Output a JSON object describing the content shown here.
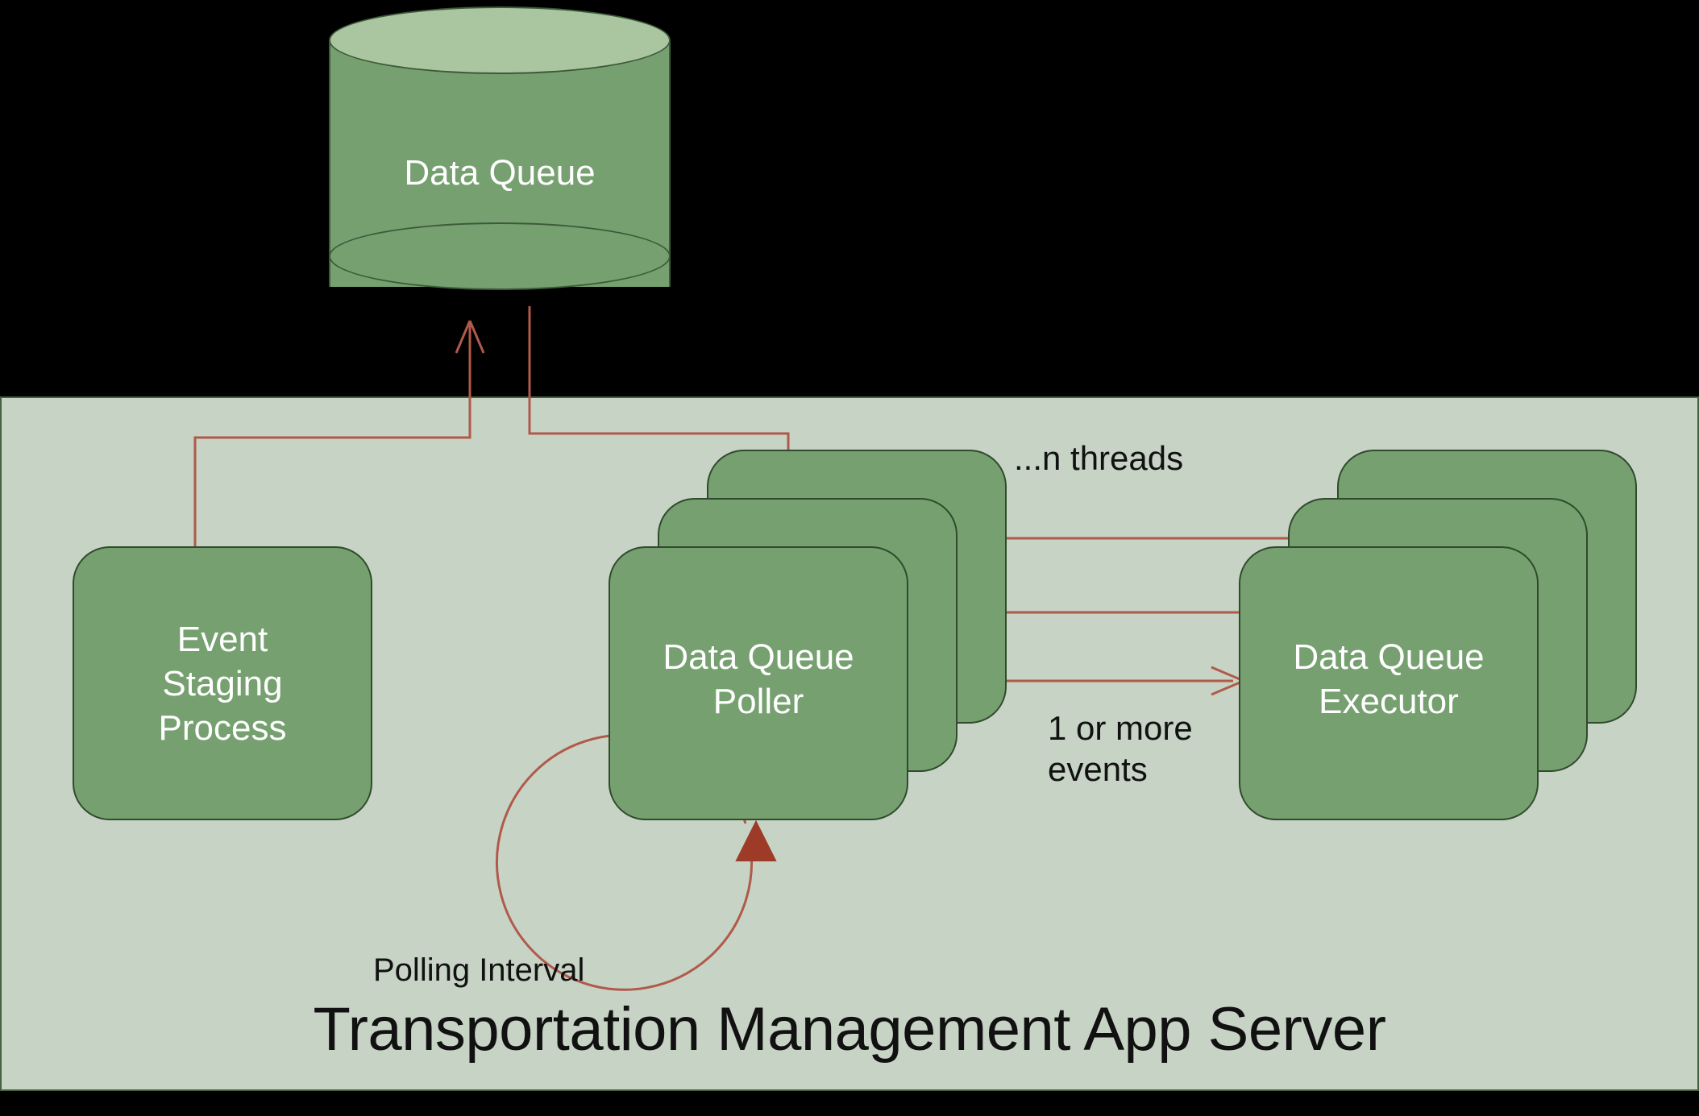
{
  "diagram": {
    "title": "Transportation Management App Server",
    "datastore": {
      "label": "Data Queue",
      "shape": "cylinder"
    },
    "nodes": [
      {
        "id": "event-staging-process",
        "label": "Event\nStaging\nProcess",
        "shape": "rounded-rect",
        "stacked": false
      },
      {
        "id": "data-queue-poller",
        "label": "Data Queue\nPoller",
        "shape": "rounded-rect-stack",
        "stacked": true,
        "stack_count": 3
      },
      {
        "id": "data-queue-executor",
        "label": "Data Queue\nExecutor",
        "shape": "rounded-rect-stack",
        "stacked": true,
        "stack_count": 3
      }
    ],
    "annotations": {
      "threads": "...n threads",
      "events": "1 or more\nevents",
      "polling_interval": "Polling Interval"
    },
    "colors": {
      "panel_background": "#c7d3c5",
      "panel_border": "#44603f",
      "node_fill": "#76a070",
      "node_border": "#2f4a2c",
      "cylinder_top": "#a9c6a0",
      "cylinder_body": "#76a070",
      "connector": "#b05a4a",
      "arrowhead_solid": "#9e3b28",
      "node_text": "#ffffff",
      "label_text": "#111111",
      "outer_background": "#000000"
    }
  }
}
